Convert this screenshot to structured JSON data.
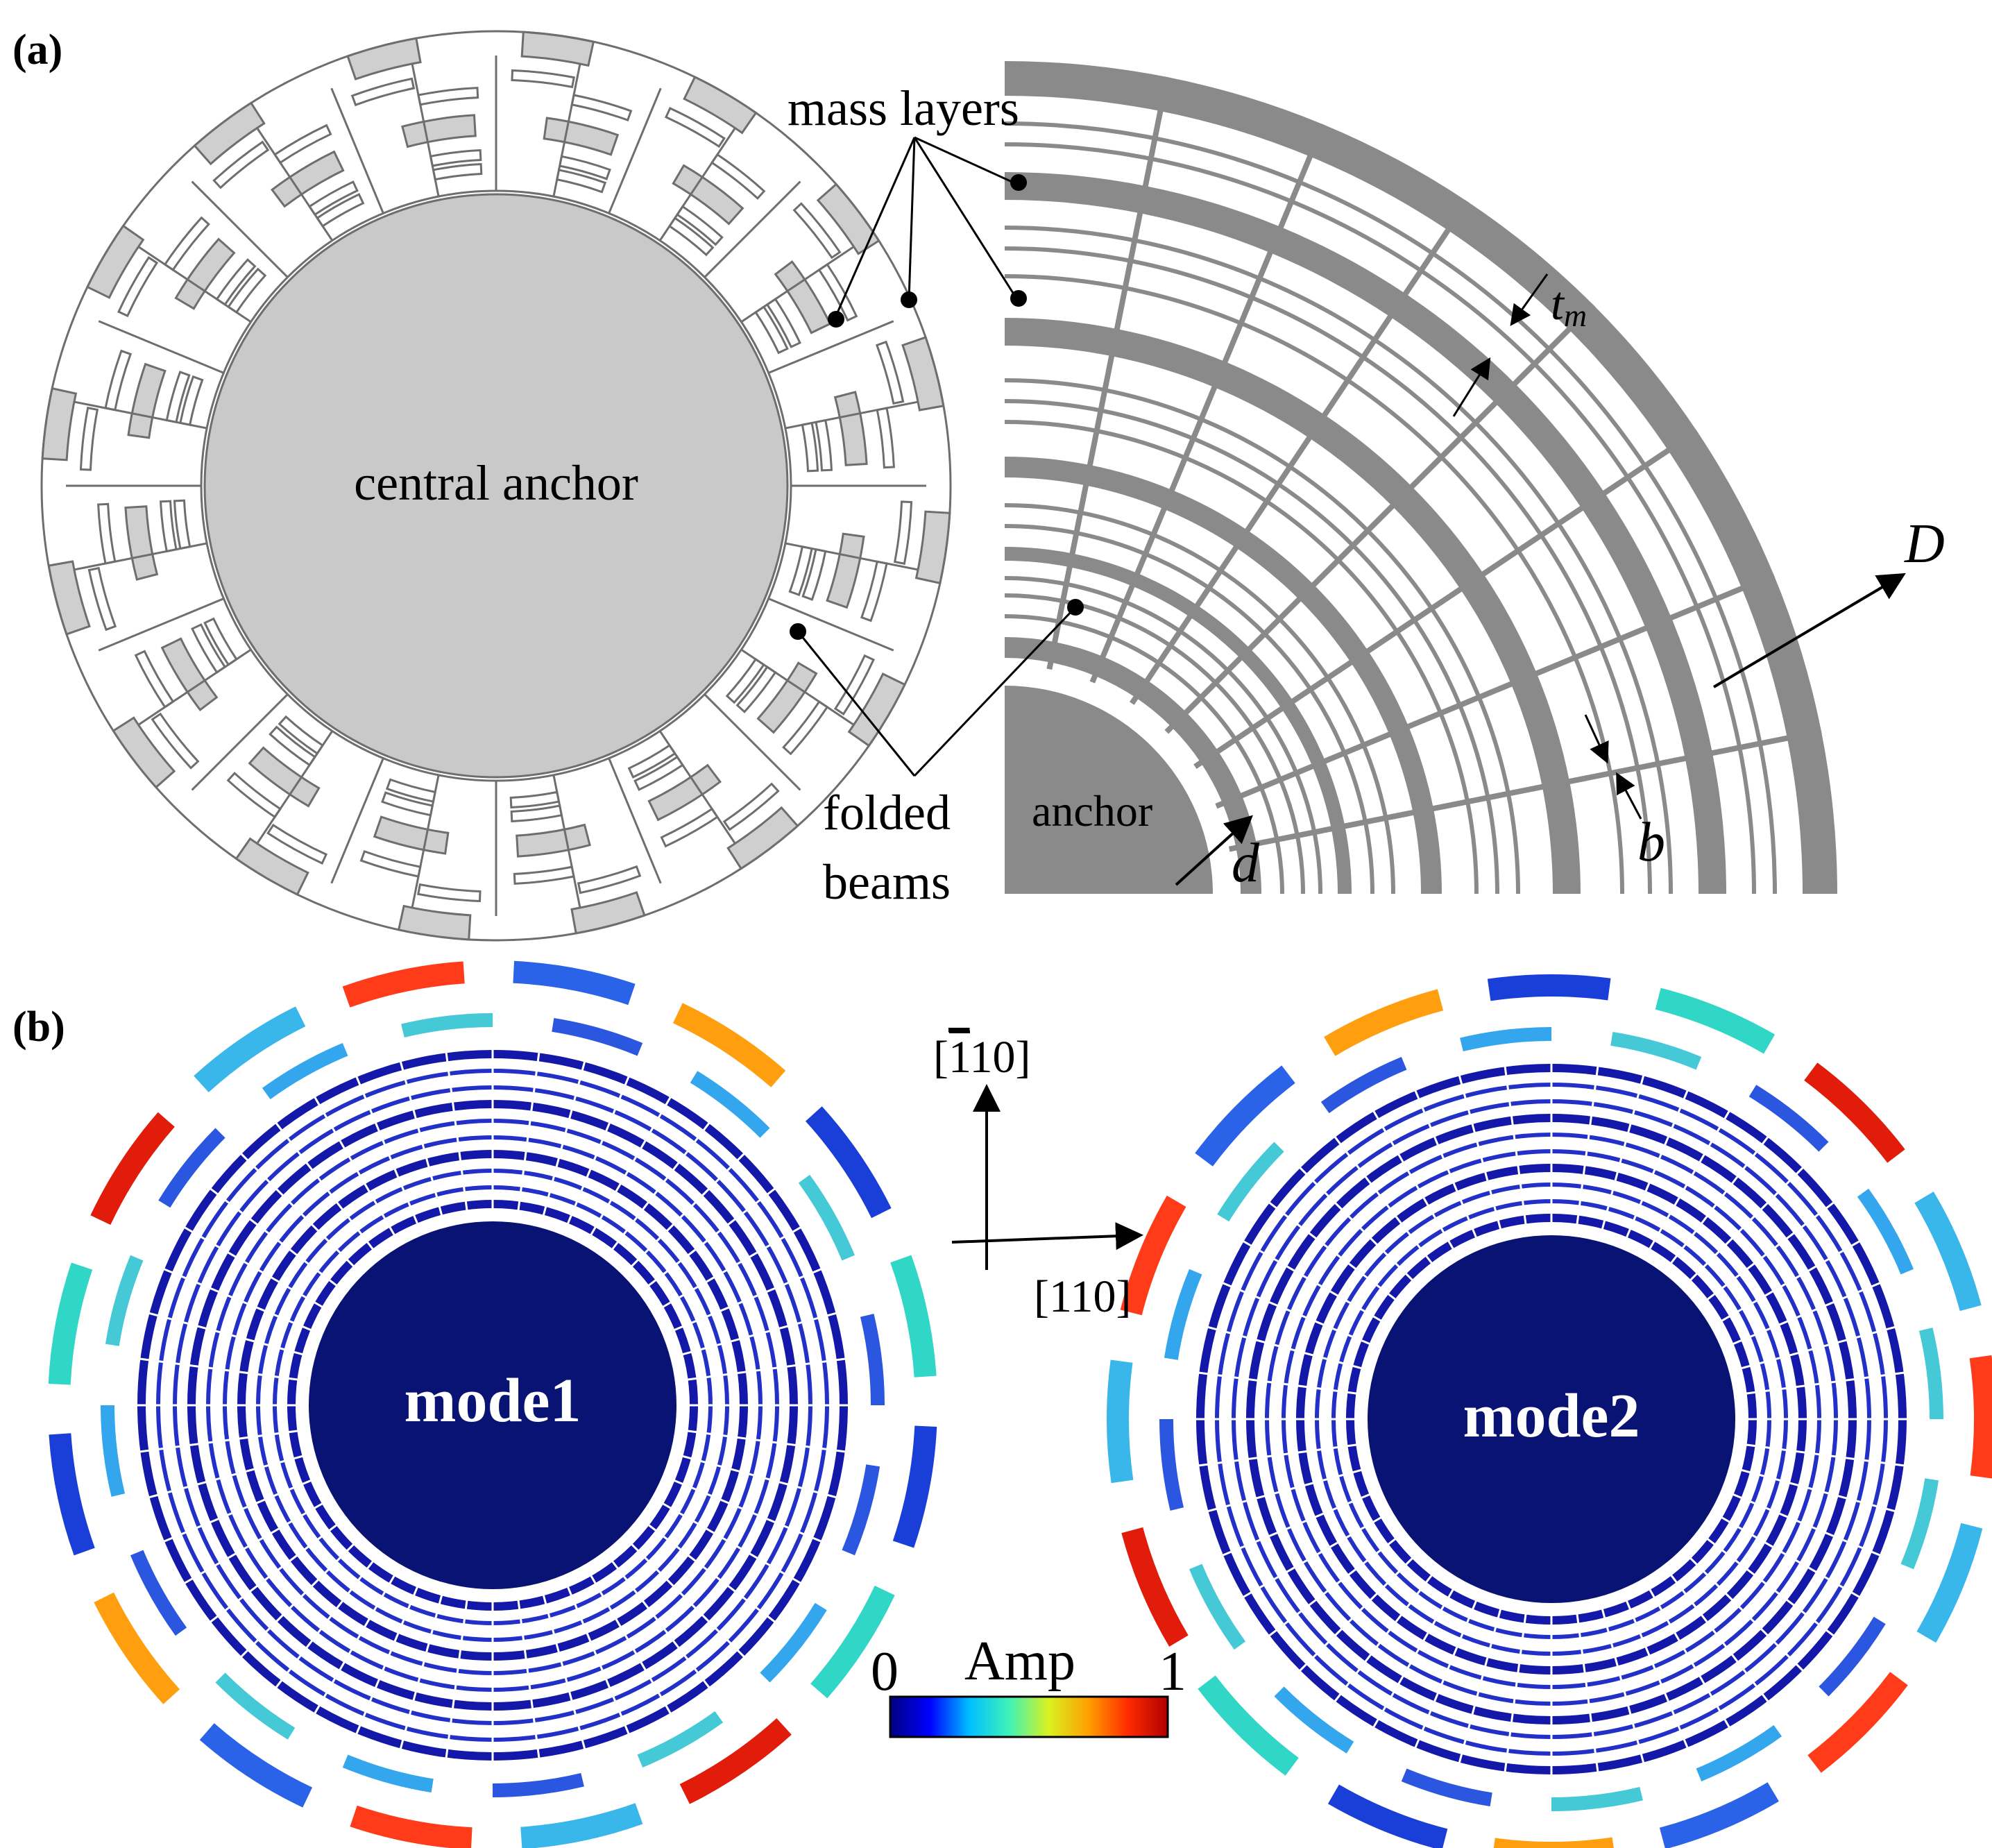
{
  "panels": {
    "a": {
      "label": "(a)"
    },
    "b": {
      "label": "(b)"
    }
  },
  "annotations": {
    "mass_layers": "mass layers",
    "central_anchor": "central anchor",
    "folded_beams_line1": "folded",
    "folded_beams_line2": "beams",
    "anchor": "anchor",
    "tm_base": "t",
    "tm_sub": "m",
    "D": "D",
    "b": "b",
    "d": "d"
  },
  "axes": {
    "vertical_bracket_open": "[",
    "vertical_digit_bar": "1",
    "vertical_rest": "10]",
    "horizontal": "[110]"
  },
  "modes": {
    "mode1": "mode1",
    "mode2": "mode2"
  },
  "colorbar": {
    "title": "Amp",
    "min": "0",
    "max": "1",
    "stops": [
      "#00007f",
      "#0000ff",
      "#00bfff",
      "#3ff2b8",
      "#d9f21f",
      "#ff9f00",
      "#ff2a00",
      "#b00000"
    ]
  },
  "colors": {
    "layout_fill": "#cfcfcf",
    "layout_stroke": "#6e6e6e",
    "detail_gray": "#8a8a8a",
    "mode_core": "#081373"
  }
}
